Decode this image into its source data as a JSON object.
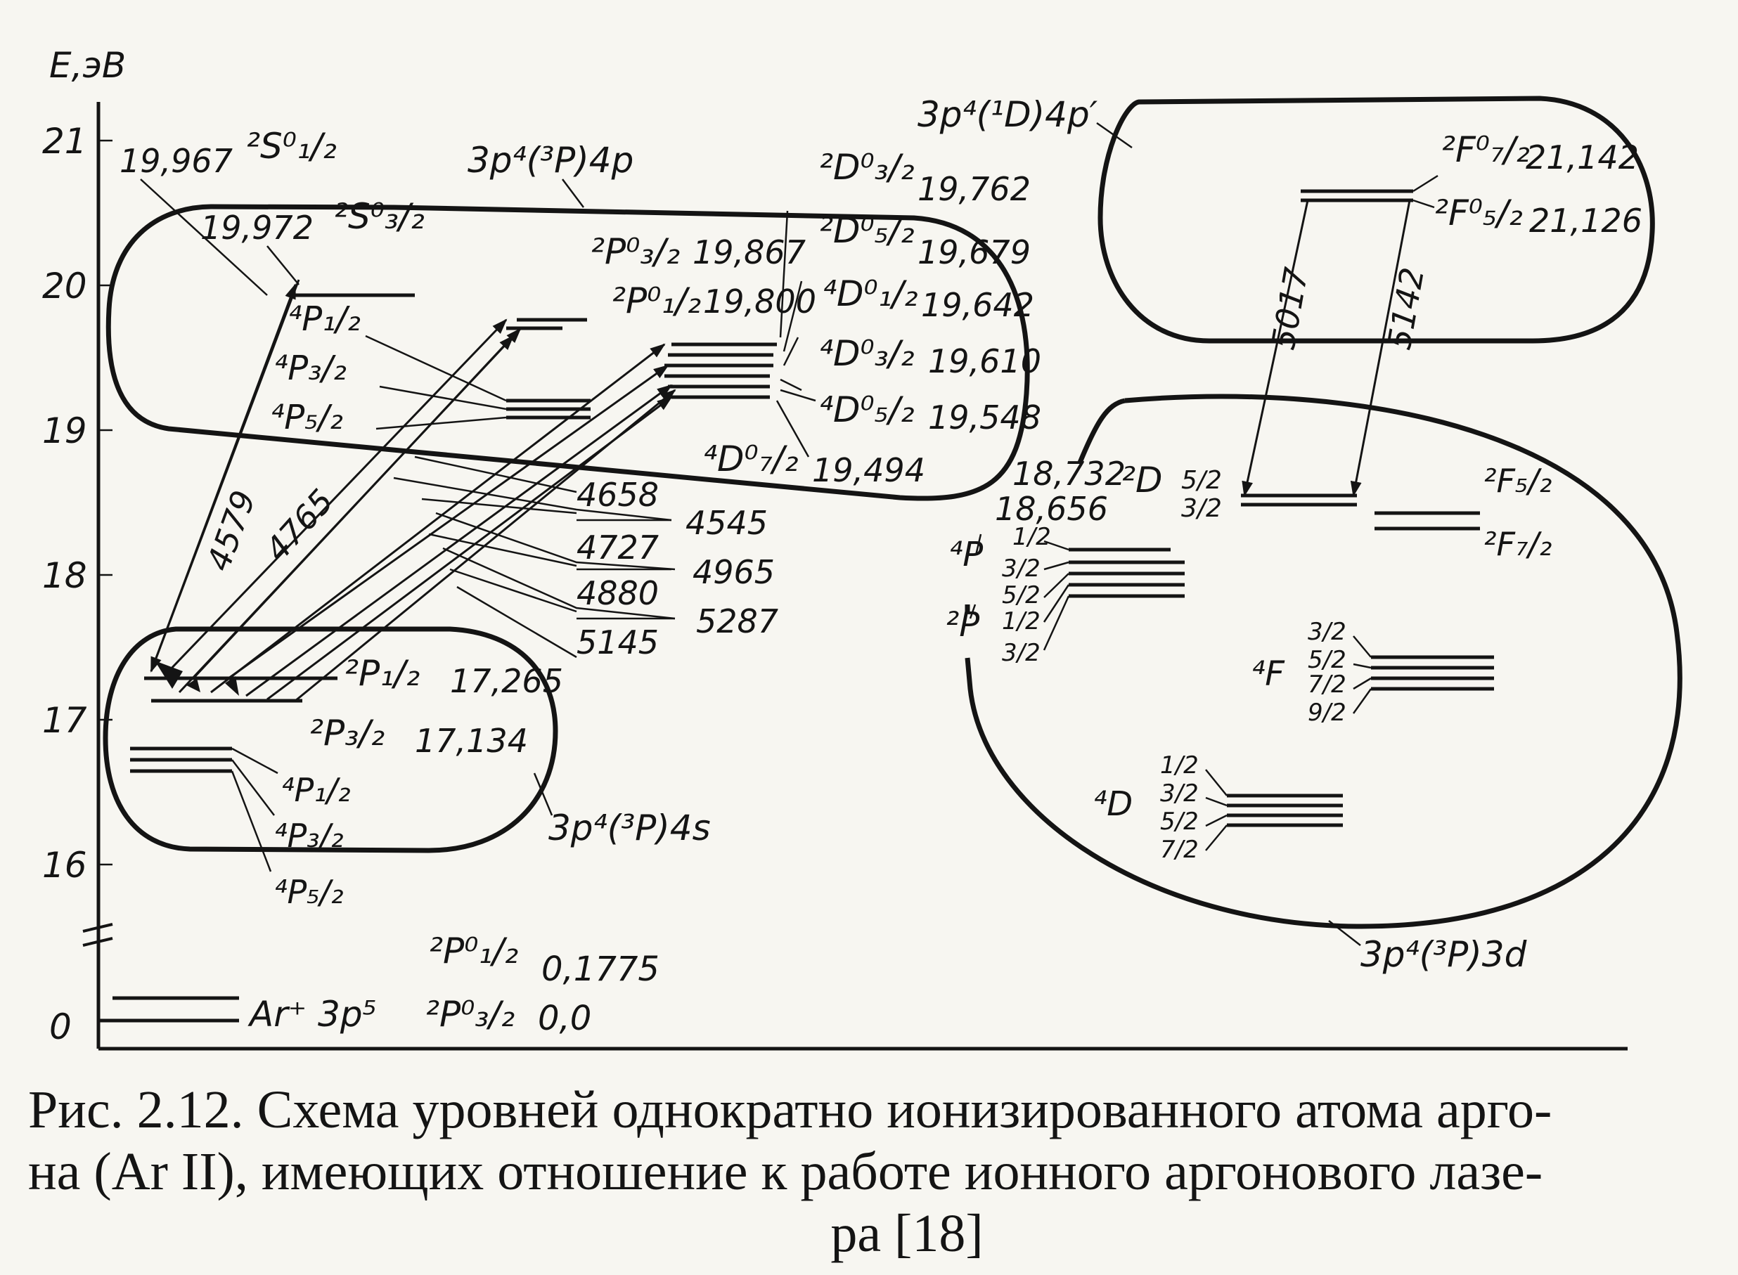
{
  "axis": {
    "label": "E,эВ",
    "ticks": [
      "21",
      "20",
      "19",
      "18",
      "17",
      "16",
      "0"
    ]
  },
  "groups": {
    "g4p": "3p⁴(³P)4p",
    "g4s": "3p⁴(³P)4s",
    "g4pp": "3p⁴(¹D)4p′",
    "g3d": "3p⁴(³P)3d"
  },
  "levels_4p": [
    {
      "term": "²S⁰₁/₂",
      "energy": "19,967"
    },
    {
      "term": "²S⁰₃/₂",
      "energy": "19,972"
    },
    {
      "term": "²P⁰₃/₂",
      "energy": "19,867"
    },
    {
      "term": "²P⁰₁/₂",
      "energy": "19,800"
    },
    {
      "term": "²D⁰₃/₂",
      "energy": "19,762"
    },
    {
      "term": "²D⁰₅/₂",
      "energy": "19,679"
    },
    {
      "term": "⁴D⁰₁/₂",
      "energy": "19,642"
    },
    {
      "term": "⁴D⁰₃/₂",
      "energy": "19,610"
    },
    {
      "term": "⁴D⁰₅/₂",
      "energy": "19,548"
    },
    {
      "term": "⁴D⁰₇/₂",
      "energy": "19,494"
    },
    {
      "term": "⁴P₁/₂",
      "energy": ""
    },
    {
      "term": "⁴P₃/₂",
      "energy": ""
    },
    {
      "term": "⁴P₅/₂",
      "energy": ""
    }
  ],
  "levels_4s": [
    {
      "term": "²P₁/₂",
      "energy": "17,265"
    },
    {
      "term": "²P₃/₂",
      "energy": "17,134"
    },
    {
      "term": "⁴P₁/₂",
      "energy": ""
    },
    {
      "term": "⁴P₃/₂",
      "energy": ""
    },
    {
      "term": "⁴P₅/₂",
      "energy": ""
    }
  ],
  "levels_4pp": [
    {
      "term": "²F⁰₇/₂",
      "energy": "21,142"
    },
    {
      "term": "²F⁰₅/₂",
      "energy": "21,126"
    }
  ],
  "levels_3d": {
    "d2_energies": [
      "18,732",
      "18,656"
    ],
    "d2_term": "²D",
    "d2_j": [
      "5/2",
      "3/2"
    ],
    "f2": [
      "²F₅/₂",
      "²F₇/₂"
    ],
    "p4_label": "⁴P",
    "p2_label": "²P",
    "p_j": [
      "1/2",
      "3/2",
      "5/2",
      "1/2",
      "3/2"
    ],
    "f4_label": "⁴F",
    "f4_j": [
      "3/2",
      "5/2",
      "7/2",
      "9/2"
    ],
    "d4_label": "⁴D",
    "d4_j": [
      "1/2",
      "3/2",
      "5/2",
      "7/2"
    ]
  },
  "transitions": [
    "4579",
    "4765",
    "4658",
    "4545",
    "4727",
    "4965",
    "4880",
    "5287",
    "5145",
    "5017",
    "5142"
  ],
  "ground": {
    "ion": "Ar⁺ 3p⁵",
    "levels": [
      {
        "term": "²P⁰₁/₂",
        "energy": "0,1775"
      },
      {
        "term": "²P⁰₃/₂",
        "energy": "0,0"
      }
    ]
  },
  "caption": {
    "line1": "Рис. 2.12. Схема уровней однократно ионизированного атома арго-",
    "line2": "на (Ar II), имеющих отношение к работе ионного аргонового лазе-",
    "line3": "ра [18]"
  }
}
